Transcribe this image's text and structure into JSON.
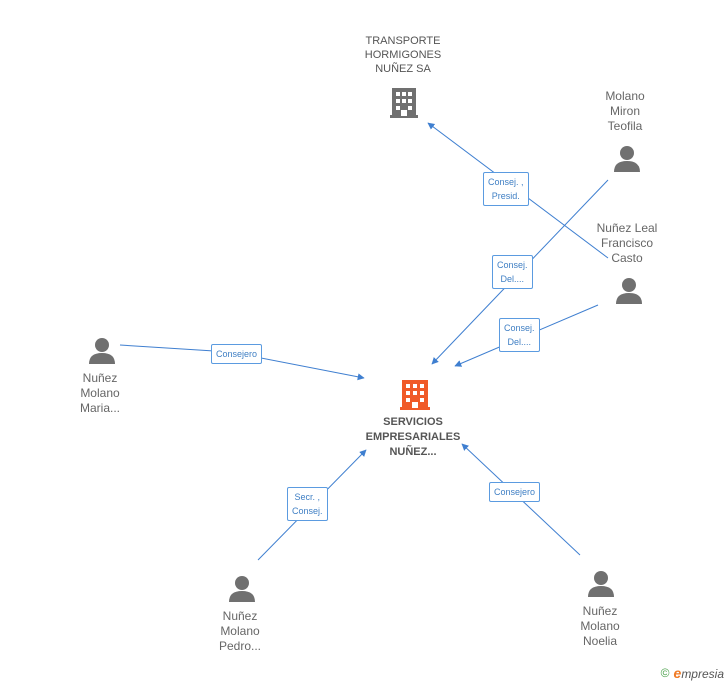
{
  "nodes": {
    "transporte": {
      "label": [
        "TRANSPORTE",
        "HORMIGONES",
        "NUÑEZ SA"
      ]
    },
    "servicios": {
      "label": [
        "SERVICIOS",
        "EMPRESARIALES",
        "NUÑEZ..."
      ]
    },
    "molano_miron": {
      "label": [
        "Molano",
        "Miron",
        "Teofila"
      ]
    },
    "nunez_leal": {
      "label": [
        "Nuñez Leal",
        "Francisco",
        "Casto"
      ]
    },
    "nunez_maria": {
      "label": [
        "Nuñez",
        "Molano",
        "Maria..."
      ]
    },
    "nunez_pedro": {
      "label": [
        "Nuñez",
        "Molano",
        "Pedro..."
      ]
    },
    "nunez_noelia": {
      "label": [
        "Nuñez",
        "Molano",
        "Noelia"
      ]
    }
  },
  "edges": {
    "e1": {
      "label": [
        "Consej. ,",
        "Presid."
      ]
    },
    "e2": {
      "label": [
        "Consej.",
        "Del...."
      ]
    },
    "e3": {
      "label": [
        "Consej.",
        "Del...."
      ]
    },
    "e4": {
      "label": [
        "Consejero"
      ]
    },
    "e5": {
      "label": [
        "Secr. ,",
        "Consej."
      ]
    },
    "e6": {
      "label": [
        "Consejero"
      ]
    }
  },
  "colors": {
    "edge": "#3f7fd0",
    "company": "#707070",
    "main_company": "#f05a28",
    "person": "#707070"
  },
  "footer": {
    "copyright": "©",
    "brand_initial": "e",
    "brand_rest": "mpresia"
  }
}
